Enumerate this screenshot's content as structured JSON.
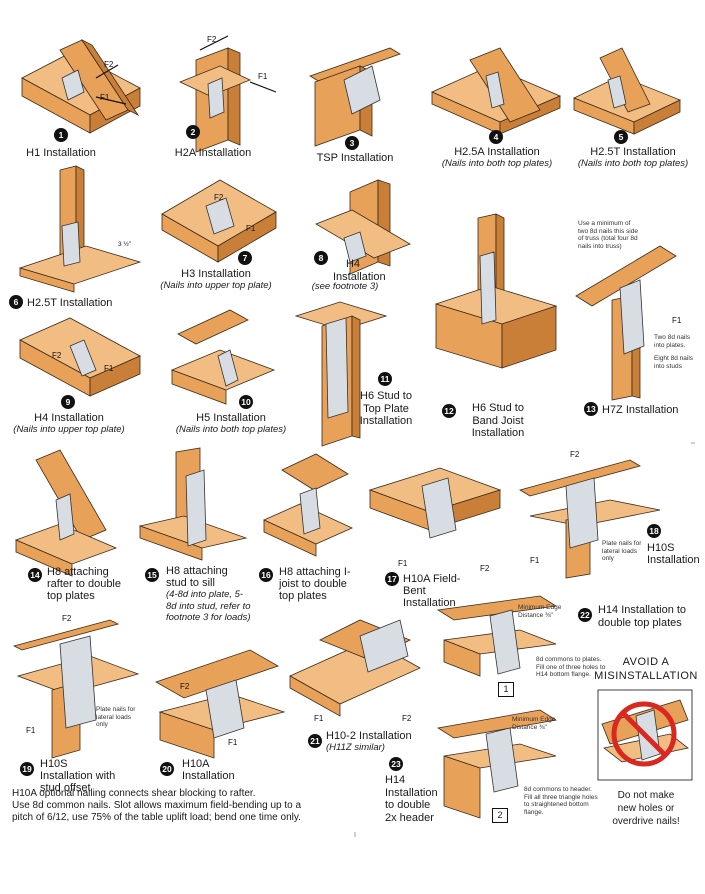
{
  "installations": [
    {
      "num": "1",
      "title": "H1 Installation",
      "sub": ""
    },
    {
      "num": "2",
      "title": "H2A Installation",
      "sub": ""
    },
    {
      "num": "3",
      "title": "TSP Installation",
      "sub": ""
    },
    {
      "num": "4",
      "title": "H2.5A Installation",
      "sub": "(Nails into both top plates)"
    },
    {
      "num": "5",
      "title": "H2.5T Installation",
      "sub": "(Nails into both top plates)"
    },
    {
      "num": "6",
      "title": "H2.5T Installation",
      "sub": ""
    },
    {
      "num": "7",
      "title": "H3 Installation",
      "sub": "(Nails into upper top plate)"
    },
    {
      "num": "8",
      "title": "H4 Installation",
      "sub": "(see footnote 3)"
    },
    {
      "num": "9",
      "title": "H4 Installation",
      "sub": "(Nails into upper top plate)"
    },
    {
      "num": "10",
      "title": "H5 Installation",
      "sub": "(Nails into both top plates)"
    },
    {
      "num": "11",
      "title": "H6 Stud to Top Plate Installation",
      "sub": ""
    },
    {
      "num": "12",
      "title": "H6 Stud to Band Joist Installation",
      "sub": ""
    },
    {
      "num": "13",
      "title": "H7Z Installation",
      "sub": ""
    },
    {
      "num": "14",
      "title": "H8 attaching rafter to double top plates",
      "sub": ""
    },
    {
      "num": "15",
      "title": "H8 attaching stud to sill",
      "sub": "(4-8d into plate, 5-8d into stud, refer to footnote 3 for loads)"
    },
    {
      "num": "16",
      "title": "H8 attaching I-joist to double top plates",
      "sub": ""
    },
    {
      "num": "17",
      "title": "H10A Field-Bent Installation",
      "sub": ""
    },
    {
      "num": "18",
      "title": "H10S Installation",
      "sub": ""
    },
    {
      "num": "19",
      "title": "H10S Installation with stud offset",
      "sub": ""
    },
    {
      "num": "20",
      "title": "H10A Installation",
      "sub": ""
    },
    {
      "num": "21",
      "title": "H10-2 Installation",
      "sub": "(H11Z similar)"
    },
    {
      "num": "22",
      "title": "H14 Installation to double top plates",
      "sub": ""
    },
    {
      "num": "23",
      "title": "H14 Installation to double 2x header",
      "sub": ""
    }
  ],
  "forces": {
    "f1": "F1",
    "f2": "F2"
  },
  "dimension": "3 ½\"",
  "notes": {
    "h7z_top": "Use a minimum of two 8d nails this side of truss (total four 8d nails into truss)",
    "h7z_two": "Two 8d nails into plates.",
    "h7z_eight": "Eight 8d nails into studs",
    "plate_nails": "Plate nails for lateral loads only",
    "min_edge": "Minimum Edge Distance ⅜\"",
    "h14_note1": "8d commons to plates. Fill one of three holes to H14 bottom flange.",
    "h14_note2": "8d commons to header. Fill all three triangle holes to straightened bottom flange."
  },
  "box_labels": [
    "1",
    "2"
  ],
  "avoid": {
    "title_line1": "AVOID A",
    "title_line2": "MISINSTALLATION",
    "text_line1": "Do not make",
    "text_line2": "new holes or",
    "text_line3": "overdrive nails!"
  },
  "footer": {
    "line1": "H10A optional nailing connects shear blocking to rafter.",
    "line2": "Use 8d common nails. Slot allows maximum field-bending up to a",
    "line3": "pitch of 6/12, use 75% of the table uplift load; bend one time only."
  },
  "colors": {
    "wood": "#e8a158",
    "wood_dark": "#c97f38",
    "metal": "#d7dde3",
    "avoid_red": "#d9281f"
  }
}
